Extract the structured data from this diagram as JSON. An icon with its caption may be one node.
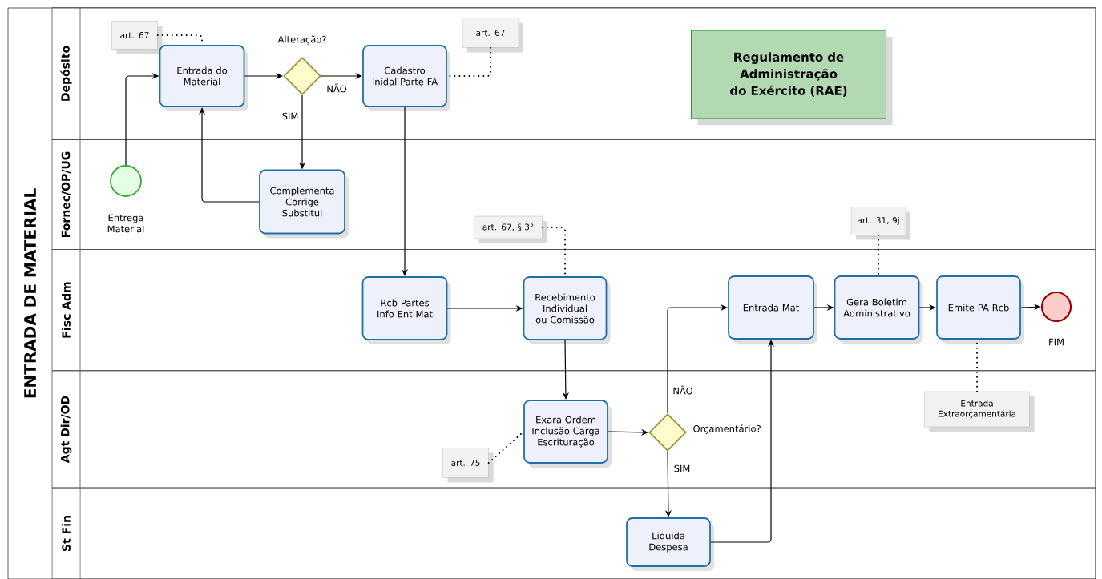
{
  "diagram": {
    "nodes": [
      {
        "text": [
          "ENTRADA DE MATERIAL"
        ]
      },
      {
        "text": [
          "Depósito"
        ],
        "in": 0
      },
      {
        "text": [
          "Fornec/OP/UG"
        ],
        "in": 0
      },
      {
        "text": [
          "Fisc Adm"
        ],
        "in": 0
      },
      {
        "text": [
          "Agt Dir/OD"
        ],
        "in": 0
      },
      {
        "text": [
          "St Fin"
        ],
        "in": 0
      },
      {
        "text": [
          "art. 67"
        ],
        "in": 1
      },
      {
        "text": [
          "Entrada do Material"
        ],
        "in": 1
      },
      {
        "text": [
          "Alteração?"
        ],
        "in": 1
      },
      {
        "text": [
          "Cadastro Inidal Parte FA"
        ],
        "in": 1
      },
      {
        "text": [
          "art. 67"
        ],
        "in": 1
      },
      {
        "text": [
          "Regulamento de Administração do Exército (RAE)"
        ],
        "in": 1
      },
      {
        "text": [
          "Entrega Material"
        ],
        "in": 2
      },
      {
        "text": [
          "Complementa Corrige Substitui"
        ],
        "in": 2
      },
      {
        "text": [
          "art. 67, § 3°"
        ],
        "in": 2
      },
      {
        "text": [
          "art. 31, 9j"
        ],
        "in": 2
      },
      {
        "text": [
          "Rcb Partes Info Ent Mat"
        ],
        "in": 3
      },
      {
        "text": [
          "Recebimento Individual ou Comissão"
        ],
        "in": 3
      },
      {
        "text": [
          "Entrada Mat"
        ],
        "in": 3
      },
      {
        "text": [
          "Gera Boletim Administrativo"
        ],
        "in": 3
      },
      {
        "text": [
          "Emite PA Rcb"
        ],
        "in": 3
      },
      {
        "text": [
          "FIM"
        ],
        "in": 3
      },
      {
        "text": [
          "Entrada Extraorçamentária"
        ],
        "in": 4
      },
      {
        "text": [
          "Exara Ordem Inclusão Carga Escrituração"
        ],
        "in": 4
      },
      {
        "text": [
          "Orçamentário?"
        ],
        "in": 4
      },
      {
        "text": [
          "art. 75"
        ],
        "in": 4
      },
      {
        "text": [
          "Liquida Despesa"
        ],
        "in": 5
      }
    ],
    "edges": [
      {
        "from": 12,
        "to": 7,
        "arrow": "to"
      },
      {
        "from": 7,
        "to": 8,
        "arrow": "to"
      },
      {
        "from": 8,
        "to": 9,
        "arrow": "to",
        "label": "NÃO"
      },
      {
        "from": 8,
        "to": 13,
        "arrow": "to",
        "label": "SIM"
      },
      {
        "from": 13,
        "to": 7,
        "arrow": "to"
      },
      {
        "from": 6,
        "to": 7,
        "arrow": "none",
        "style": "dashed"
      },
      {
        "from": 10,
        "to": 9,
        "arrow": "none",
        "style": "dashed"
      },
      {
        "from": 9,
        "to": 16,
        "arrow": "to"
      },
      {
        "from": 16,
        "to": 17,
        "arrow": "to"
      },
      {
        "from": 14,
        "to": 17,
        "arrow": "none",
        "style": "dashed"
      },
      {
        "from": 17,
        "to": 23,
        "arrow": "to"
      },
      {
        "from": 23,
        "to": 24,
        "arrow": "to"
      },
      {
        "from": 24,
        "to": 18,
        "arrow": "to",
        "label": "NÃO"
      },
      {
        "from": 24,
        "to": 26,
        "arrow": "to",
        "label": "SIM"
      },
      {
        "from": 26,
        "to": 18,
        "arrow": "to"
      },
      {
        "from": 18,
        "to": 19,
        "arrow": "to"
      },
      {
        "from": 19,
        "to": 20,
        "arrow": "to"
      },
      {
        "from": 20,
        "to": 21,
        "arrow": "to"
      },
      {
        "from": 15,
        "to": 19,
        "arrow": "none",
        "style": "dashed"
      },
      {
        "from": 22,
        "to": 20,
        "arrow": "none",
        "style": "dashed"
      },
      {
        "from": 25,
        "to": 23,
        "arrow": "none",
        "style": "dashed"
      }
    ]
  }
}
